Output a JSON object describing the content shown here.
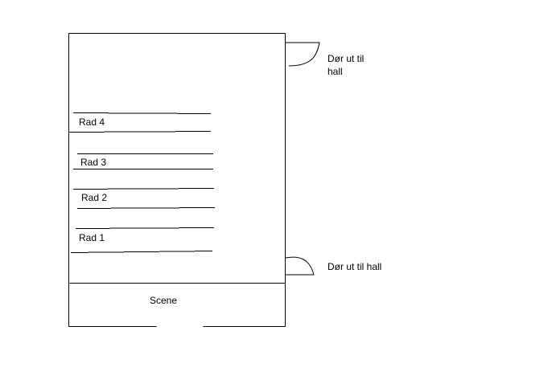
{
  "rows": [
    {
      "label": "Rad 4"
    },
    {
      "label": "Rad 3"
    },
    {
      "label": "Rad 2"
    },
    {
      "label": "Rad 1"
    }
  ],
  "stage": {
    "label": "Scene"
  },
  "doors": {
    "top": {
      "line1": "Dør ut til",
      "line2": "hall"
    },
    "bottom": {
      "label": "Dør ut til hall"
    }
  },
  "colors": {
    "line": "#000000",
    "background": "#ffffff"
  }
}
